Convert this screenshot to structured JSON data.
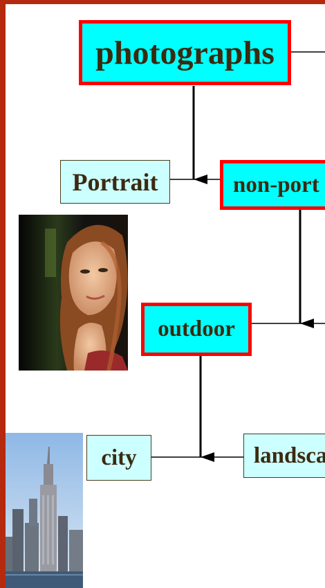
{
  "diagram": {
    "nodes": {
      "photographs": {
        "label": "photographs",
        "highlighted": true
      },
      "portrait": {
        "label": "Portrait",
        "highlighted": false
      },
      "non_portrait": {
        "label": "non-port",
        "highlighted": true
      },
      "outdoor": {
        "label": "outdoor",
        "highlighted": true
      },
      "city": {
        "label": "city",
        "highlighted": false
      },
      "landscape": {
        "label": "landsca",
        "highlighted": false
      }
    },
    "edges": [
      {
        "from": "photographs",
        "to": "portrait_branch"
      },
      {
        "from": "non_portrait",
        "to": "outdoor_branch"
      },
      {
        "from": "outdoor",
        "to": "city_branch"
      }
    ],
    "images": {
      "portrait_photo": "woman-portrait-photo",
      "city_photo": "city-skyline-photo"
    }
  },
  "colors": {
    "background": "#b52a0e",
    "node_fill": "#ccffff",
    "highlight_fill": "#00ffff",
    "highlight_border": "#ff0000",
    "text": "#3b2a10"
  }
}
